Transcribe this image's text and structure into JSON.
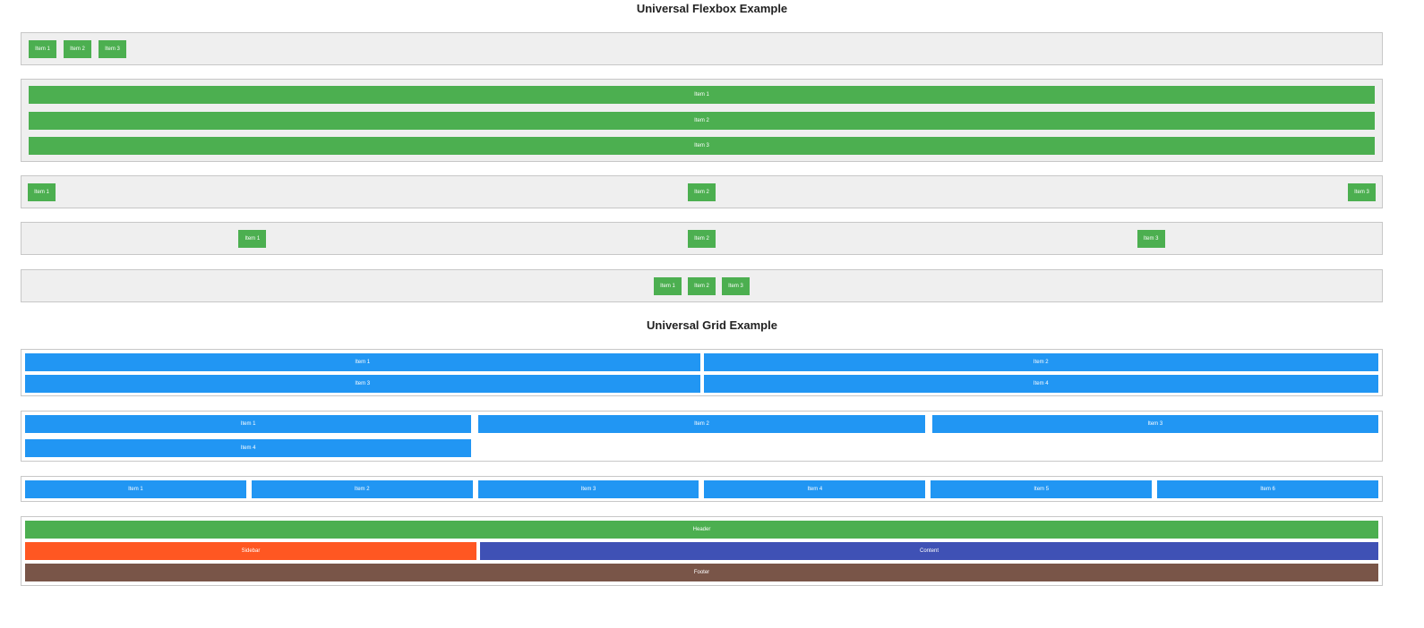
{
  "flexbox_title": "Universal Flexbox Example",
  "grid_title": "Universal Grid Example",
  "flex_rows": [
    {
      "layout": "row-start",
      "items": [
        "Item 1",
        "Item 2",
        "Item 3"
      ]
    },
    {
      "layout": "column",
      "items": [
        "Item 1",
        "Item 2",
        "Item 3"
      ]
    },
    {
      "layout": "space-between",
      "items": [
        "Item 1",
        "Item 2",
        "Item 3"
      ]
    },
    {
      "layout": "space-around",
      "items": [
        "Item 1",
        "Item 2",
        "Item 3"
      ]
    },
    {
      "layout": "center",
      "items": [
        "Item 1",
        "Item 2",
        "Item 3"
      ]
    }
  ],
  "grids": [
    {
      "columns": 2,
      "items": [
        "Item 1",
        "Item 2",
        "Item 3",
        "Item 4"
      ]
    },
    {
      "columns": 3,
      "items": [
        "Item 1",
        "Item 2",
        "Item 3",
        "Item 4"
      ]
    },
    {
      "columns": 6,
      "items": [
        "Item 1",
        "Item 2",
        "Item 3",
        "Item 4",
        "Item 5",
        "Item 6"
      ]
    }
  ],
  "layout_grid": {
    "header": "Header",
    "sidebar": "Sidebar",
    "content": "Content",
    "footer": "Footer"
  },
  "colors": {
    "flex_item": "#4caf50",
    "grid_item": "#2196f3",
    "header": "#4caf50",
    "sidebar": "#ff5722",
    "content": "#3f51b5",
    "footer": "#795548",
    "flex_container_bg": "#efefef",
    "container_border": "#c7c7c7"
  }
}
